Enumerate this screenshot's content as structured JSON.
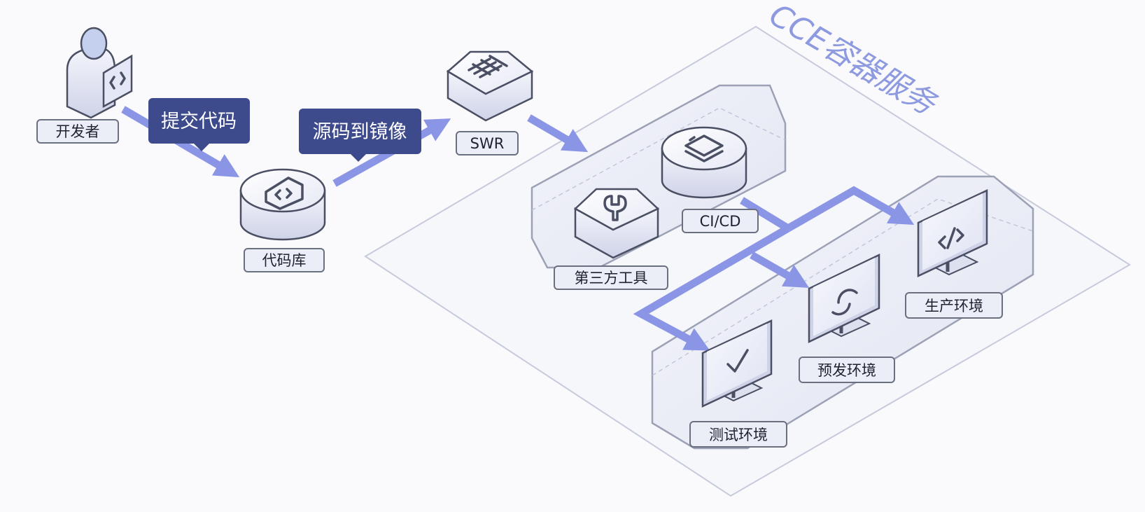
{
  "colors": {
    "accent_arrow": "#8a95e6",
    "bubble_bg": "#3d4a8c",
    "title": "#8e9ae0",
    "label_border": "#6b7080",
    "device_top": "#eef0fa",
    "device_side": "#dcdff0"
  },
  "title": "CCE容器服务",
  "callouts": {
    "submit_code": "提交代码",
    "source_to_image": "源码到镜像"
  },
  "nodes": {
    "developer": {
      "label": "开发者",
      "icon": "developer-icon"
    },
    "code_repo": {
      "label": "代码库",
      "icon": "code-repo-icon"
    },
    "swr": {
      "label": "SWR",
      "icon": "registry-icon"
    },
    "third_party": {
      "label": "第三方工具",
      "icon": "wrench-icon"
    },
    "cicd": {
      "label": "CI/CD",
      "icon": "layers-icon"
    },
    "production": {
      "label": "生产环境",
      "icon": "code-brackets-icon"
    },
    "staging": {
      "label": "预发环境",
      "icon": "refresh-icon"
    },
    "testing": {
      "label": "测试环境",
      "icon": "checkmark-icon"
    }
  }
}
